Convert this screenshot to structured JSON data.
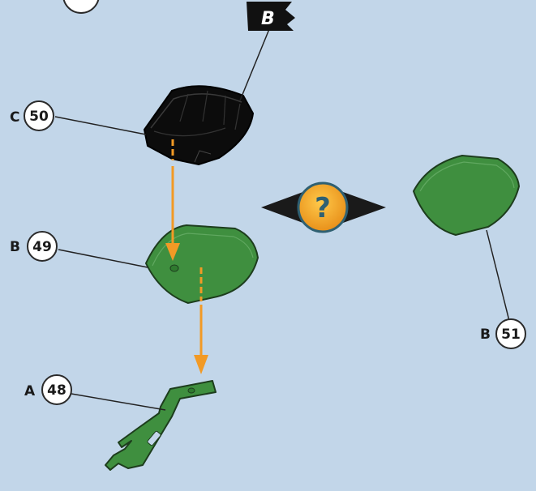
{
  "flag": {
    "letter": "B"
  },
  "callouts": {
    "c50": {
      "letter": "C",
      "number": "50"
    },
    "b49": {
      "letter": "B",
      "number": "49"
    },
    "a48": {
      "letter": "A",
      "number": "48"
    },
    "b51": {
      "letter": "B",
      "number": "51"
    }
  },
  "question": {
    "symbol": "?"
  },
  "colors": {
    "background": "#c2d6e9",
    "part_green": "#3f8f3f",
    "part_black": "#0c0c0c",
    "arrow_orange": "#f29a25",
    "question_yellow": "#f5a623"
  },
  "icons": {
    "flag": "flag-icon",
    "question": "question-mark-icon",
    "arrow": "down-arrow-icon"
  }
}
